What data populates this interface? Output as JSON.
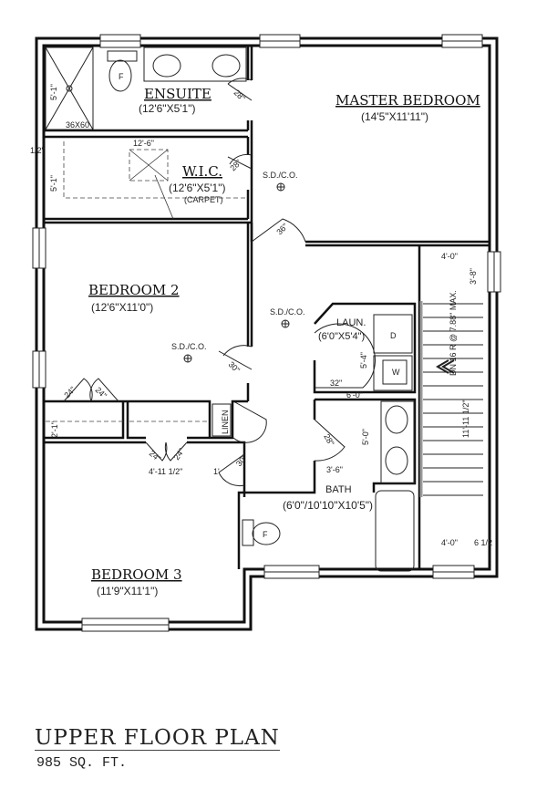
{
  "plan": {
    "title": "UPPER FLOOR PLAN",
    "area": "985 SQ. FT."
  },
  "rooms": {
    "ensuite": {
      "name": "ENSUITE",
      "size": "(12'6\"X5'1\")"
    },
    "master": {
      "name": "MASTER BEDROOM",
      "size": "(14'5\"X11'11\")"
    },
    "wic": {
      "name": "W.I.C.",
      "size": "(12'6\"X5'1\")",
      "note": "(CARPET)"
    },
    "bedroom2": {
      "name": "BEDROOM 2",
      "size": "(12'6\"X11'0\")"
    },
    "bedroom3": {
      "name": "BEDROOM 3",
      "size": "(11'9\"X11'1\")"
    },
    "laundry": {
      "name": "LAUN.",
      "size": "(6'0\"X5'4\")"
    },
    "bath": {
      "name": "BATH",
      "size": "(6'0\"/10'10\"X10'5\")"
    },
    "linen": {
      "name": "LINEN"
    }
  },
  "labels": {
    "smoke": "S.D./C.O.",
    "shower": "36X60",
    "stair": "DN 16 R @ 7.88\" MAX.",
    "toilet_mark": "F",
    "washer": "W",
    "dryer": "D"
  },
  "dims": {
    "door28a": "28\"",
    "door28b": "28\"",
    "door36": "36\"",
    "door30a": "30\"",
    "door30b": "30\"",
    "door32": "32\"",
    "door28c": "28\"",
    "door24a": "24\"",
    "door24b": "24\"",
    "door24c": "24\"",
    "door24d": "24\"",
    "shower_w": "5'-1\"",
    "wic_w": "5'-1\"",
    "wic_shelf": "12'-6\"",
    "half": "1/2\"",
    "stair_top": "4'-0\"",
    "stair_land": "3'-8\"",
    "stair_run": "11'-11 1/2\"",
    "stair_bot": "4'-0\"",
    "side": "6 1/2",
    "laun_a": "5'-4\"",
    "laun_b": "6'-0\"",
    "bath_a": "5'-0\"",
    "bath_b": "3'-6\"",
    "closet": "4'-11 1/2\"",
    "closet_d": "2'-1\"",
    "one": "1'"
  }
}
